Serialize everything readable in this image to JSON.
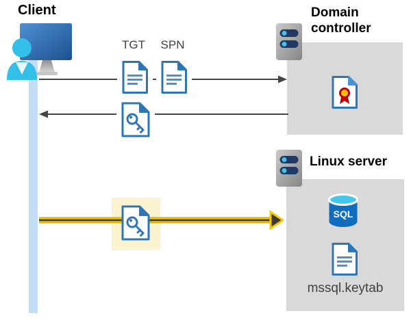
{
  "diagram": {
    "client": {
      "label": "Client"
    },
    "domain_controller": {
      "label": "Domain controller"
    },
    "linux_server": {
      "label": "Linux server",
      "keytab_label": "mssql.keytab",
      "sql_label": "SQL"
    },
    "tickets": {
      "tgt_label": "TGT",
      "spn_label": "SPN"
    }
  },
  "colors": {
    "doc_blue": "#2E75B6",
    "doc_line_blue": "#4A90D2",
    "gray_box": "#D9D9D9",
    "server_navy": "#1F3864",
    "dot_cyan": "#45C1E8",
    "person_cyan": "#33BFE7",
    "timeline": "#C5DCF6",
    "arrow_gray": "#444444",
    "gold": "#F5C800",
    "gold_edge": "#D8AE00",
    "arrow_dark_core": "#3B3B3B",
    "highlight": "#FBF3CF",
    "cert_red": "#C00000",
    "cert_gold": "#FFC000",
    "sql_blue": "#0F6CBE",
    "sql_cyan": "#45C6EA"
  }
}
